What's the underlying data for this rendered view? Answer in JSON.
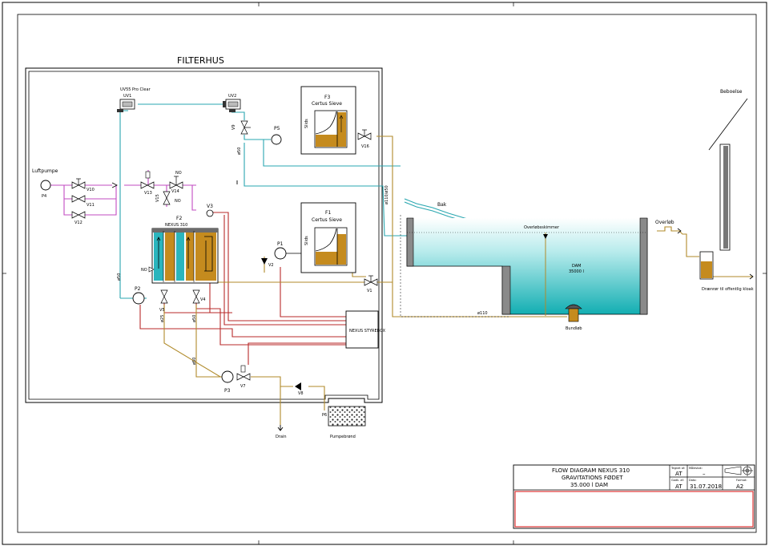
{
  "title_filterhus": "FILTERHUS",
  "labels": {
    "uv55": "UV55 Pro Clear",
    "uv1": "UV1",
    "uv2": "UV2",
    "f3": "F3",
    "f3_sub": "Certus Sieve",
    "f1": "F1",
    "f1_sub": "Certus Sieve",
    "slids": "Slids",
    "luftpumpe": "Luftpumpe",
    "p4": "P4",
    "v10": "V10",
    "v11": "V11",
    "v12": "V12",
    "v13": "V13",
    "v14": "V14",
    "v15": "V15",
    "no": "NO",
    "f2": "F2",
    "f2_sub": "NEXUS 310",
    "v3": "V3",
    "v9": "V9",
    "p5": "P5",
    "v16": "V16",
    "p1": "P1",
    "v2": "V2",
    "v1": "V1",
    "p2": "P2",
    "v5": "V5",
    "v4": "V4",
    "p3": "P3",
    "v7": "V7",
    "v8": "V8",
    "nexus_box": "NEXUS STYREBOX",
    "drain": "Drain",
    "pumpebrond": "Pumpebrønd",
    "p6": "P6",
    "bak": "Bak",
    "overlob_skimmer": "Overløbsskimmer",
    "overlob": "Overløb",
    "dam": "DAM",
    "dam_vol": "35000 l",
    "bundlob": "Bundløb",
    "beboelse": "Beboelse",
    "drain_note": "Drænrør til offentlig kloak",
    "d50_a": "ø50",
    "d50_b": "ø50",
    "d50_c": "ø50",
    "d50_d": "ø50",
    "d25": "ø25",
    "d50_e": "ø50",
    "d110_1": "ø110/ø50",
    "d110_2": "ø110"
  },
  "title_block": {
    "line1": "FLOW DIAGRAM NEXUS 310",
    "line2": "GRAVITATIONS FØDET",
    "line3": "35.000 l DAM",
    "tegnet_af_label": "Tegnet af:",
    "tegnet_af": "AT",
    "maalestok_label": "Målestok:",
    "maalestok": "–",
    "godkendt_label": "Godk. af:",
    "godkendt": "AT",
    "dato_label": "Dato:",
    "dato": "31.07.2018",
    "format_label": "Format:",
    "format": "A2"
  },
  "colors": {
    "water": "#2ab5bd",
    "air": "#c24bc2",
    "control": "#b82a2a",
    "sludge": "#b08a2a",
    "filter_fill": "#c58b1e",
    "pond_top": "#e6f8f8",
    "pond_bottom": "#16b0b3"
  }
}
